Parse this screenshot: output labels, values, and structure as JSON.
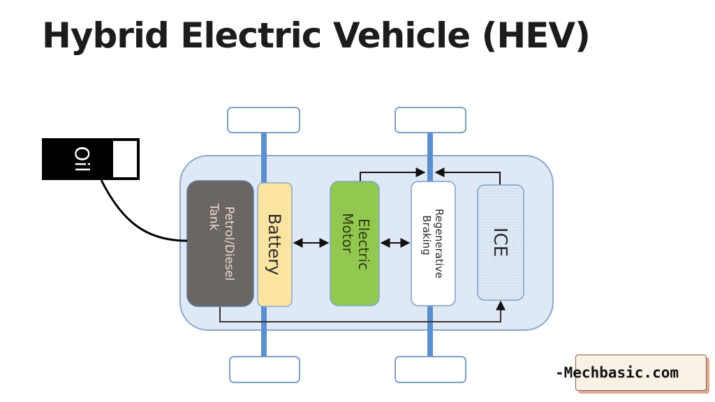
{
  "title": "Hybrid Electric Vehicle (HEV)",
  "diagram": {
    "oil_label": "Oil",
    "components": {
      "tank": "Petrol/Diesel Tank",
      "tank_line1": "Petrol/Diesel",
      "tank_line2": "Tank",
      "battery": "Battery",
      "motor_line1": "Electric",
      "motor_line2": "Motor",
      "regen_line1": "Regenerative",
      "regen_line2": "Braking",
      "ice": "ICE"
    },
    "colors": {
      "tank": "#6b6563",
      "battery": "#fbe3a0",
      "motor": "#92c84f",
      "regen": "#ffffff",
      "ice": "#dbe7f4",
      "chassis": "#dfe9f5",
      "axle": "#5b8fd0"
    }
  },
  "watermark": "-Mechbasic.com"
}
